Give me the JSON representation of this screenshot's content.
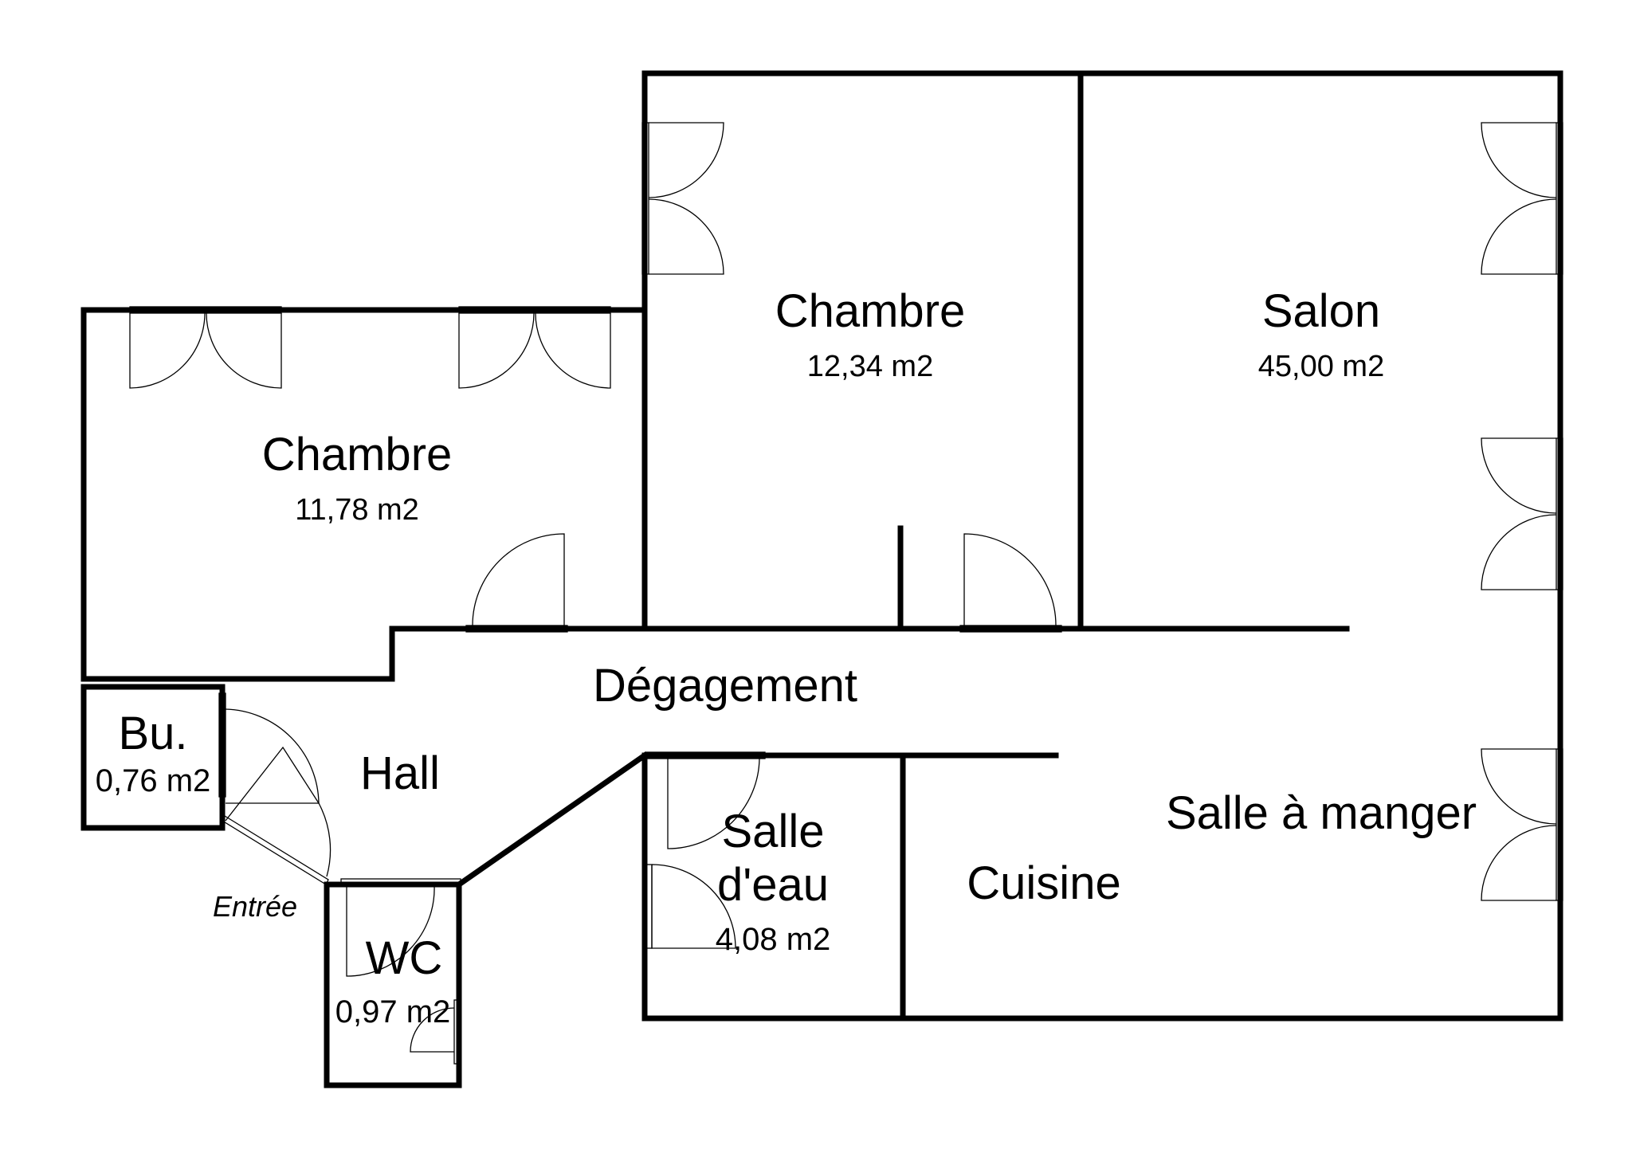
{
  "rooms": {
    "chambre_1": {
      "name": "Chambre",
      "area": "11,78 m2"
    },
    "chambre_2": {
      "name": "Chambre",
      "area": "12,34 m2"
    },
    "salon": {
      "name": "Salon",
      "area": "45,00 m2"
    },
    "degagement": {
      "name": "Dégagement"
    },
    "hall": {
      "name": "Hall"
    },
    "bureau": {
      "name": "Bu.",
      "area": "0,76 m2"
    },
    "wc": {
      "name": "WC",
      "area": "0,97 m2"
    },
    "salle_deau": {
      "name_line1": "Salle",
      "name_line2": "d'eau",
      "area": "4,08 m2"
    },
    "cuisine": {
      "name": "Cuisine"
    },
    "salle_a_manger": {
      "name": "Salle à manger"
    }
  },
  "entrance_label": "Entrée",
  "colors": {
    "walls": "#000000",
    "background": "#ffffff"
  }
}
